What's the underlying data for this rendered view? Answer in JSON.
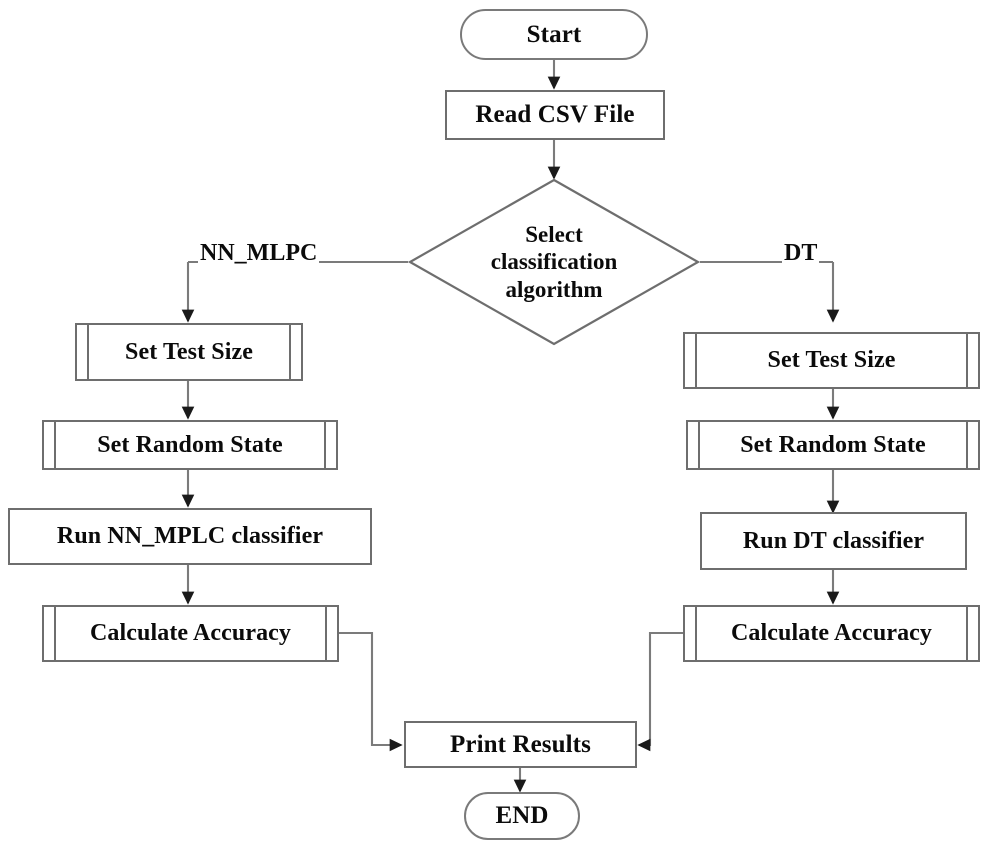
{
  "diagram": {
    "type": "flowchart",
    "title": "Classification algorithm selection flowchart",
    "stroke_color": "#6e6e6e",
    "text_color": "#0b0b0b",
    "background": "#ffffff"
  },
  "nodes": {
    "start": {
      "label": "Start",
      "shape": "terminator"
    },
    "read_csv": {
      "label": "Read CSV File",
      "shape": "process"
    },
    "decision": {
      "label": "Select\nclassification\nalgorithm",
      "shape": "decision"
    },
    "left": {
      "set_test_size": {
        "label": "Set Test Size",
        "shape": "predefined-process"
      },
      "set_random_state": {
        "label": "Set Random State",
        "shape": "predefined-process"
      },
      "run_classifier": {
        "label": "Run NN_MPLC classifier",
        "shape": "process"
      },
      "calculate_accuracy": {
        "label": "Calculate Accuracy",
        "shape": "predefined-process"
      }
    },
    "right": {
      "set_test_size": {
        "label": "Set Test Size",
        "shape": "predefined-process"
      },
      "set_random_state": {
        "label": "Set Random State",
        "shape": "predefined-process"
      },
      "run_classifier": {
        "label": "Run DT classifier",
        "shape": "process"
      },
      "calculate_accuracy": {
        "label": "Calculate Accuracy",
        "shape": "predefined-process"
      }
    },
    "print_results": {
      "label": "Print Results",
      "shape": "process"
    },
    "end": {
      "label": "END",
      "shape": "terminator"
    }
  },
  "edge_labels": {
    "left_branch": "NN_MLPC",
    "right_branch": "DT"
  }
}
